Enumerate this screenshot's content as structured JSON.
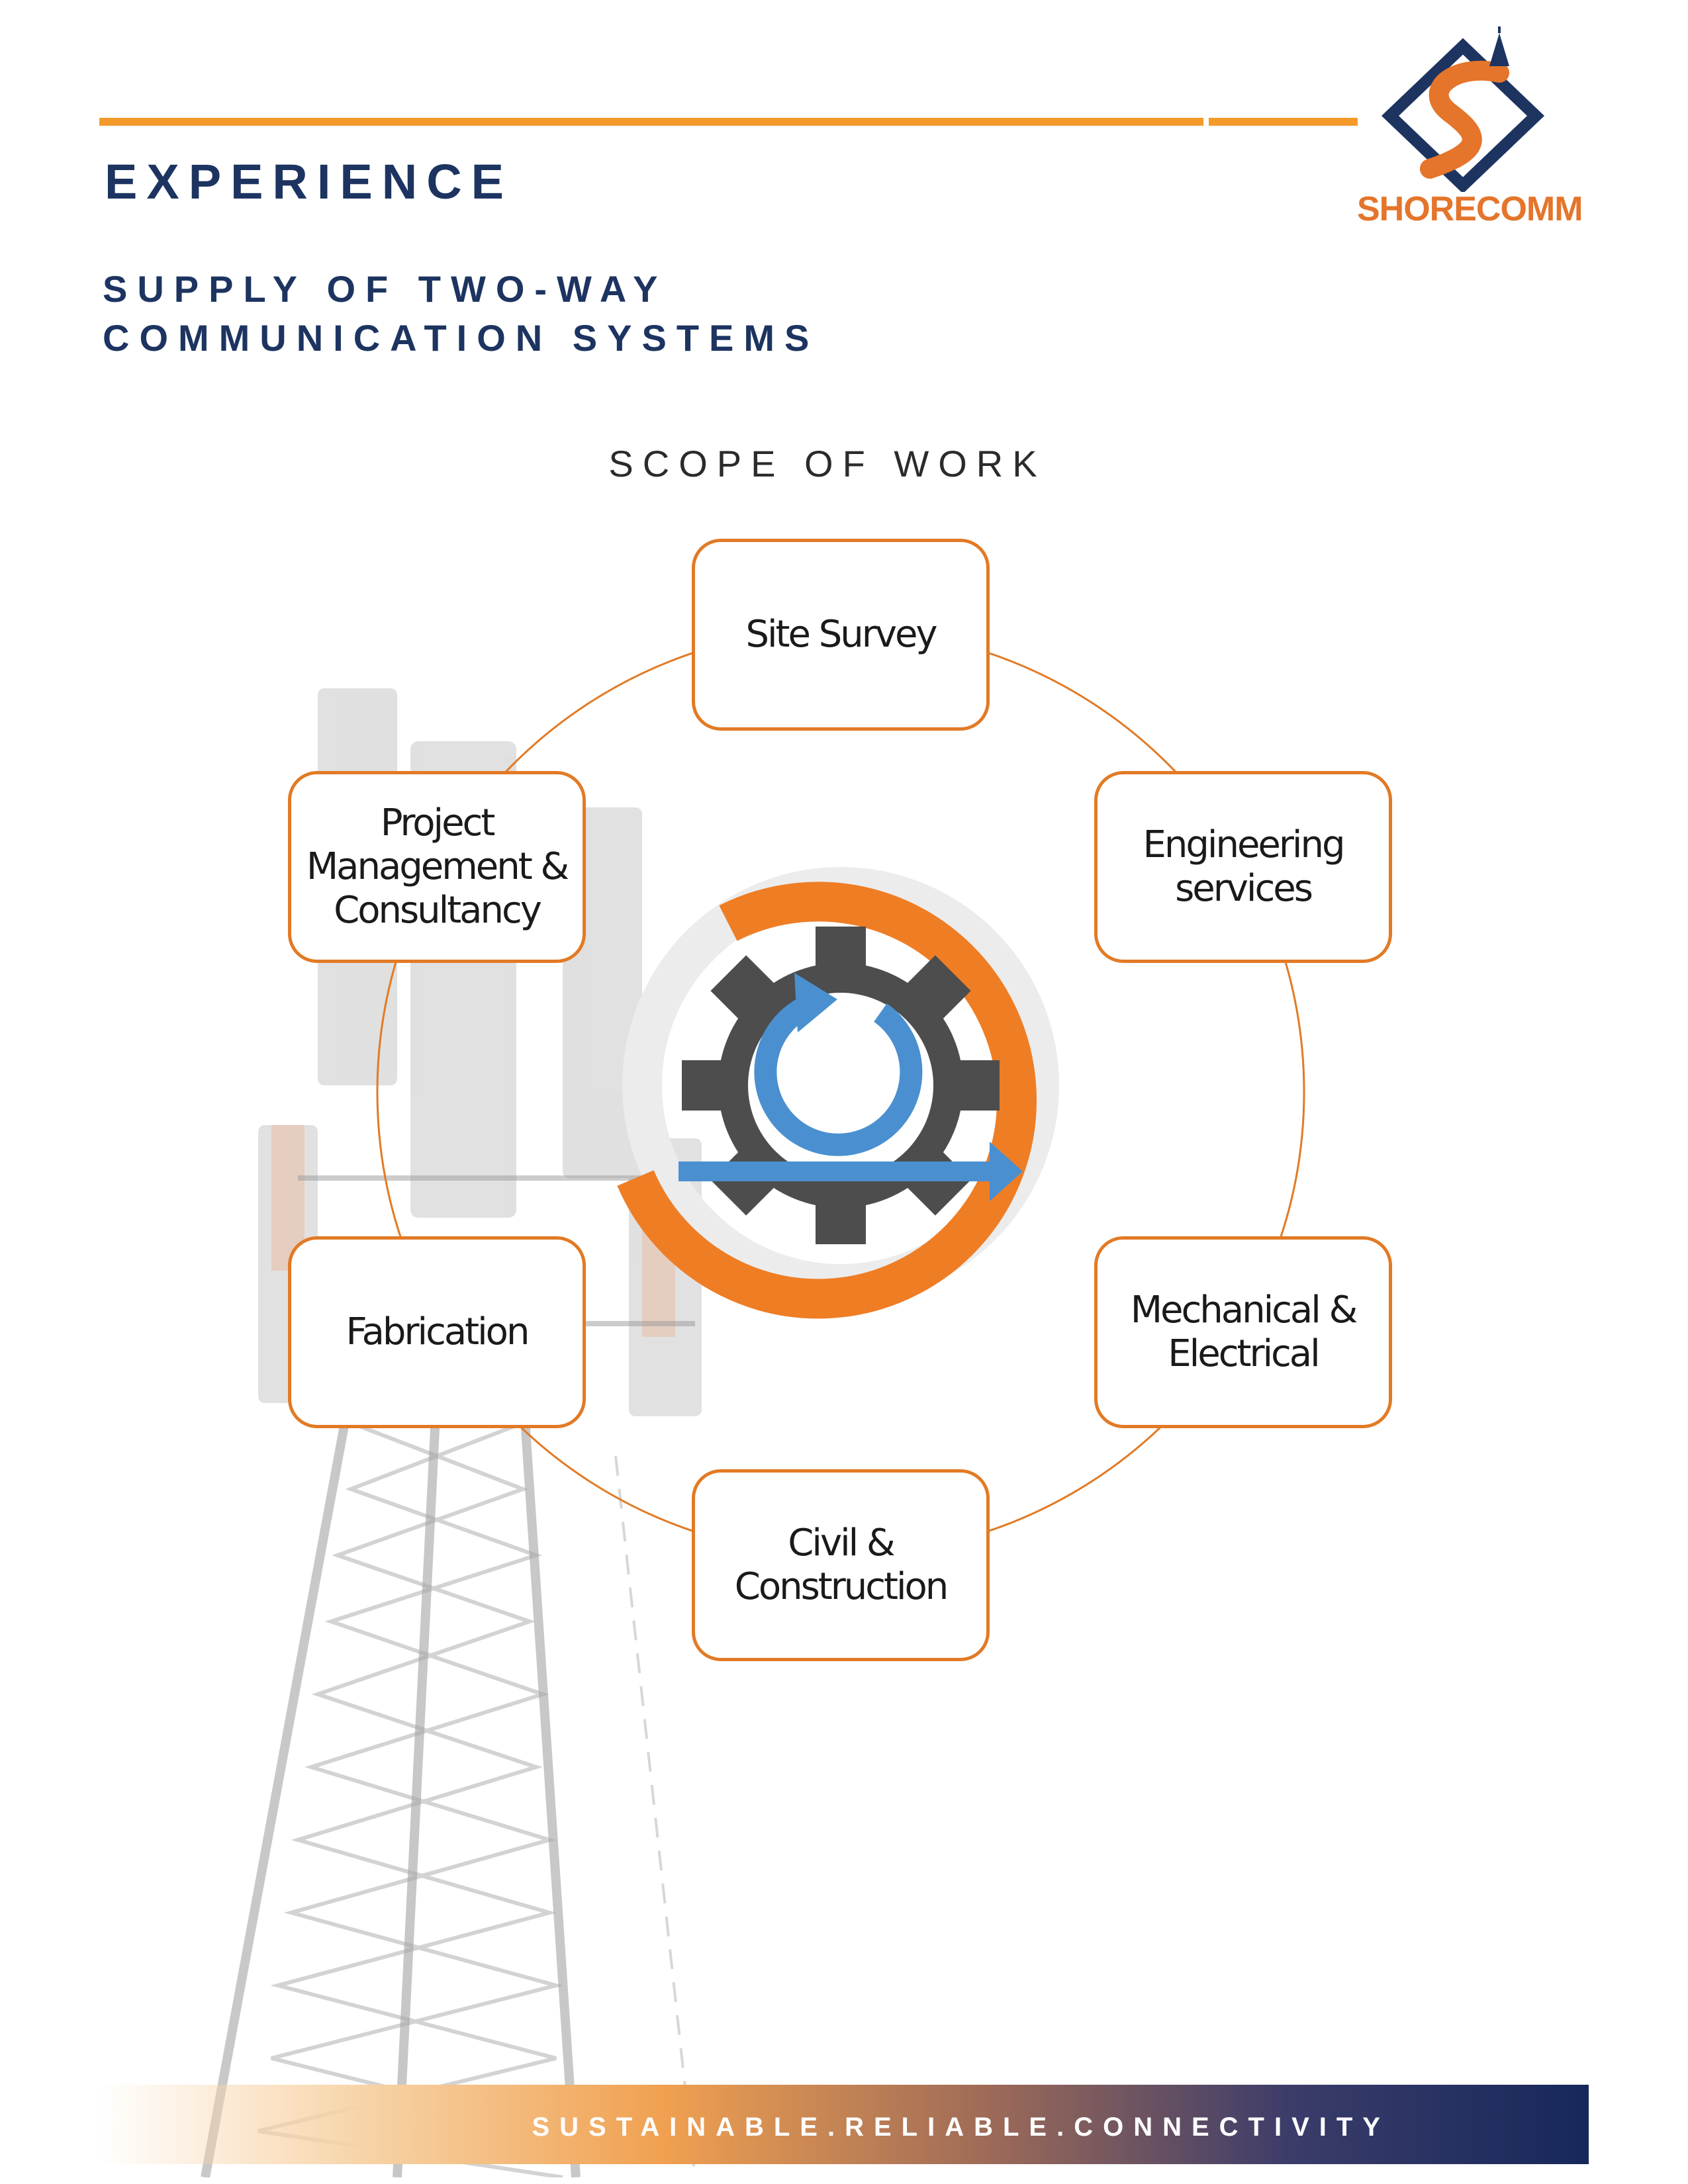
{
  "header": {
    "title": "EXPERIENCE",
    "subtitle": "SUPPLY OF TWO-WAY\nCOMMUNICATION SYSTEMS"
  },
  "logo": {
    "text": "SHORECOMM",
    "colors": {
      "orange": "#e4752b",
      "navy": "#1d3461"
    }
  },
  "diagram": {
    "title": "SCOPE OF WORK",
    "center_icon": "gear-cycle-icon",
    "nodes": [
      {
        "label": "Site Survey"
      },
      {
        "label": "Engineering\nservices"
      },
      {
        "label": "Mechanical &\nElectrical"
      },
      {
        "label": "Civil &\nConstruction"
      },
      {
        "label": "Fabrication"
      },
      {
        "label": "Project\nManagement &\nConsultancy"
      }
    ],
    "colors": {
      "node_border": "#e27a25",
      "ring": "#e27a25",
      "arrow": "#4a90d0",
      "gear": "#4d4d4d"
    }
  },
  "footer": {
    "tagline": "SUSTAINABLE.RELIABLE.CONNECTIVITY"
  }
}
